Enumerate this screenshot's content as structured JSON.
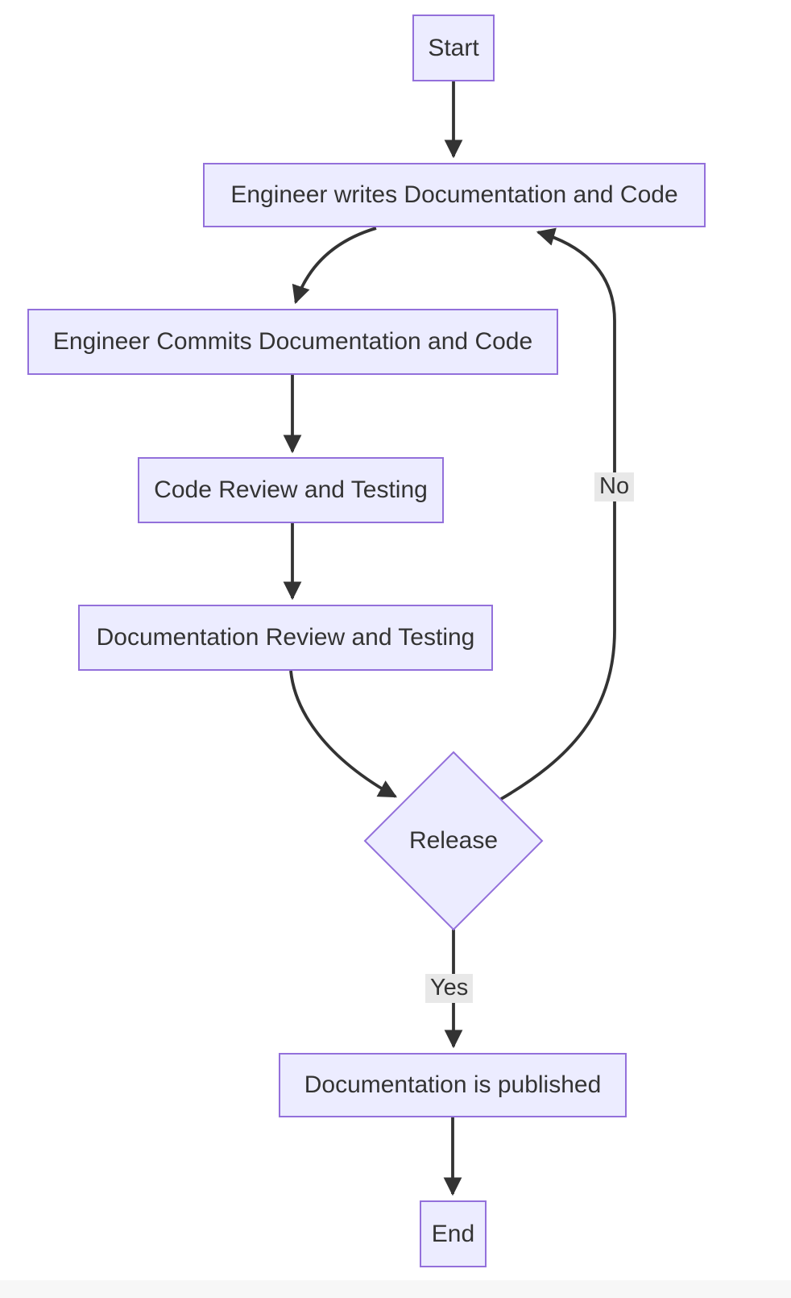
{
  "diagram": {
    "type": "flowchart",
    "direction": "top-down",
    "nodes": [
      {
        "id": "start",
        "label": "Start",
        "shape": "rect"
      },
      {
        "id": "write",
        "label": "Engineer writes Documentation and Code",
        "shape": "rect"
      },
      {
        "id": "commit",
        "label": "Engineer Commits Documentation and Code",
        "shape": "rect"
      },
      {
        "id": "code_review",
        "label": "Code Review and Testing",
        "shape": "rect"
      },
      {
        "id": "doc_review",
        "label": "Documentation Review and Testing",
        "shape": "rect"
      },
      {
        "id": "release",
        "label": "Release",
        "shape": "diamond"
      },
      {
        "id": "published",
        "label": "Documentation is published",
        "shape": "rect"
      },
      {
        "id": "end",
        "label": "End",
        "shape": "rect"
      }
    ],
    "edges": [
      {
        "from": "start",
        "to": "write",
        "label": ""
      },
      {
        "from": "write",
        "to": "commit",
        "label": ""
      },
      {
        "from": "commit",
        "to": "code_review",
        "label": ""
      },
      {
        "from": "code_review",
        "to": "doc_review",
        "label": ""
      },
      {
        "from": "doc_review",
        "to": "release",
        "label": ""
      },
      {
        "from": "release",
        "to": "published",
        "label": "Yes"
      },
      {
        "from": "release",
        "to": "write",
        "label": "No"
      }
    ],
    "colors": {
      "node_fill": "#ECECFF",
      "node_border": "#9370DB",
      "edge_stroke": "#333333",
      "node_text": "#333333",
      "edge_label_bg": "#e8e8e8"
    }
  }
}
